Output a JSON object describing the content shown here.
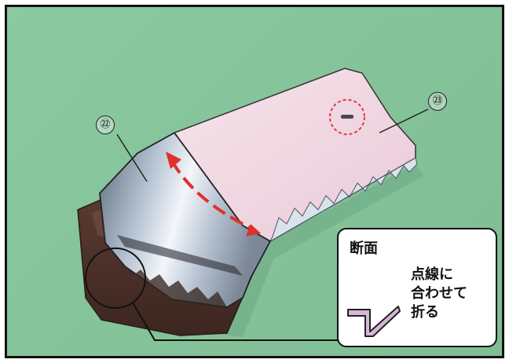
{
  "callouts": {
    "part_22": "㉒",
    "part_23": "㉓"
  },
  "note": {
    "title": "断面",
    "lines": [
      "点線に",
      "合わせて",
      "折る"
    ]
  },
  "colors": {
    "background_green": "#86c49b",
    "fold_arrow_red": "#e0302a",
    "dashed_circle_red": "#e03a3a",
    "fold_symbol_fill": "#d8b6d8"
  }
}
